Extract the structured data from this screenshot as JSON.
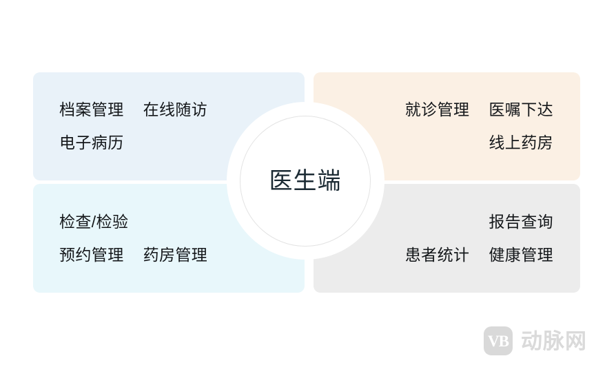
{
  "diagram": {
    "type": "four-quadrant-hub-diagram",
    "hub": {
      "label": "医生端"
    },
    "panels": [
      {
        "id": "panel-top-left",
        "position": "top-left",
        "background_color": "#e9f2f9",
        "align": "left",
        "rows": [
          {
            "tags": [
              "档案管理",
              "在线随访"
            ]
          },
          {
            "tags": [
              "电子病历"
            ]
          }
        ]
      },
      {
        "id": "panel-top-right",
        "position": "top-right",
        "background_color": "#fbf0e4",
        "align": "right",
        "rows": [
          {
            "tags": [
              "就诊管理",
              "医嘱下达"
            ]
          },
          {
            "tags": [
              "线上药房"
            ]
          }
        ]
      },
      {
        "id": "panel-bottom-left",
        "position": "bottom-left",
        "background_color": "#e8f7fb",
        "align": "left",
        "rows": [
          {
            "tags": [
              "检查/检验"
            ]
          },
          {
            "tags": [
              "预约管理",
              "药房管理"
            ]
          }
        ]
      },
      {
        "id": "panel-bottom-right",
        "position": "bottom-right",
        "background_color": "#ececec",
        "align": "right",
        "rows": [
          {
            "tags": [
              "报告查询"
            ]
          },
          {
            "tags": [
              "患者统计",
              "健康管理"
            ]
          }
        ]
      }
    ]
  },
  "watermark": {
    "mark_text": "VB",
    "brand_text": "动脉网",
    "color": "#dadada"
  }
}
